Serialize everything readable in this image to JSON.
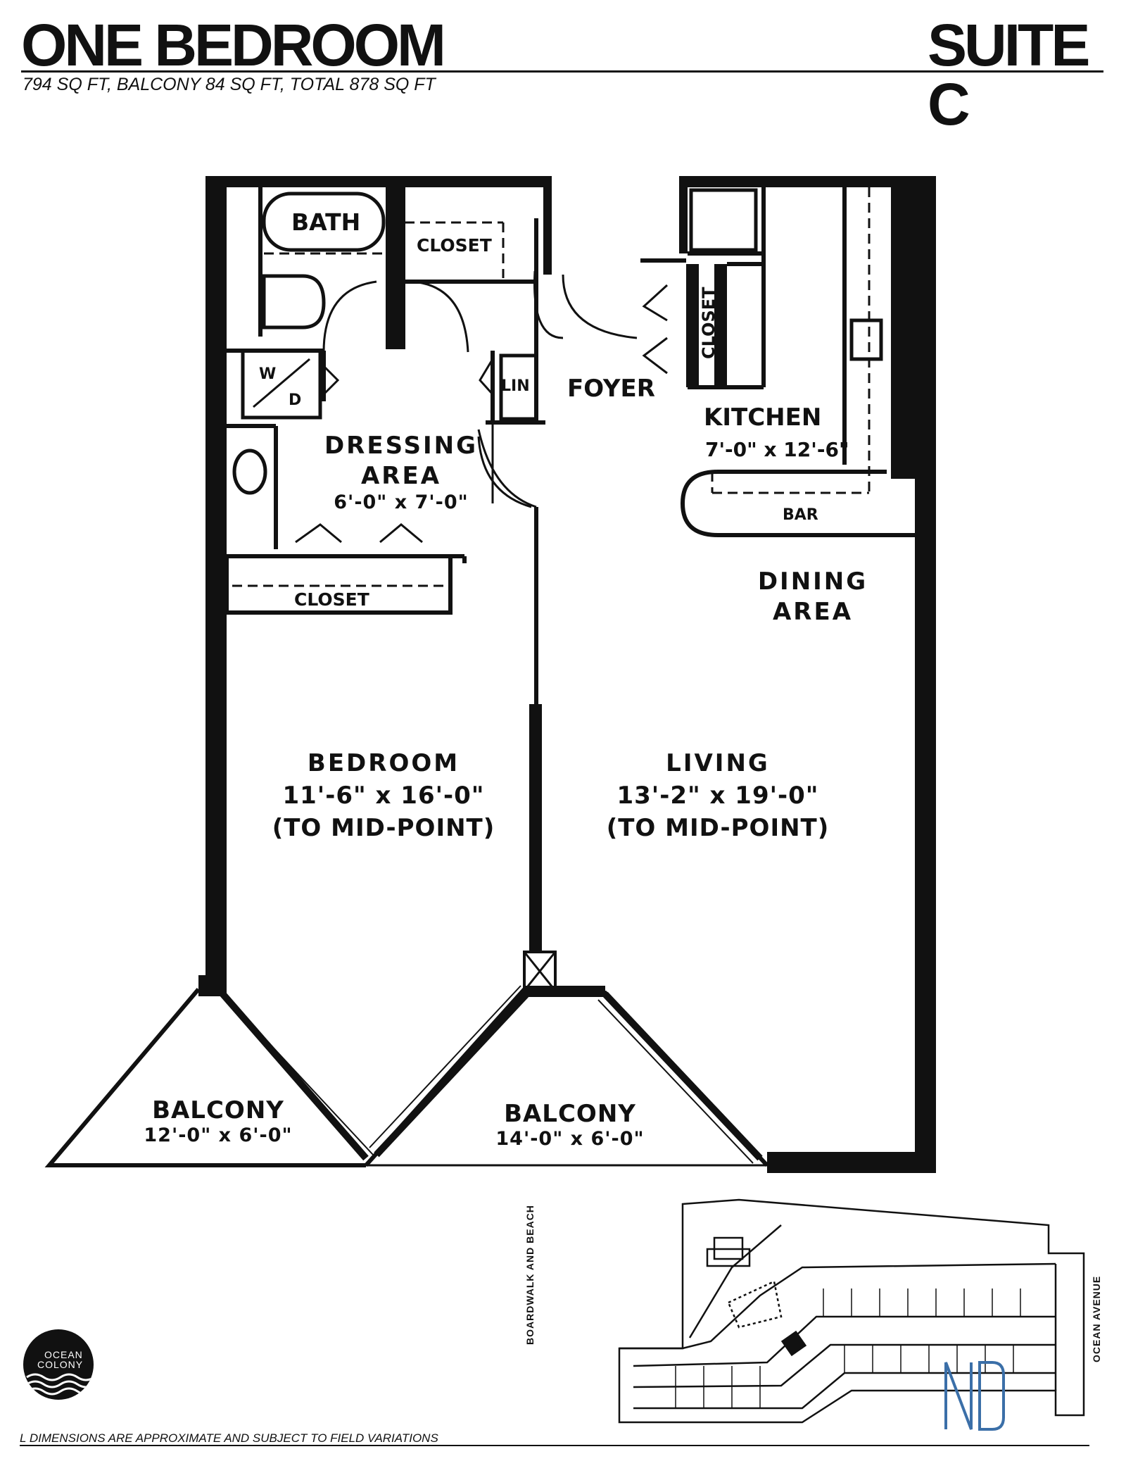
{
  "header": {
    "title": "ONE BEDROOM",
    "suite": "SUITE C",
    "areas": "794 SQ FT, BALCONY 84 SQ FT, TOTAL 878 SQ FT"
  },
  "rooms": {
    "bath": "BATH",
    "closet_bath": "CLOSET",
    "closet_foyer": "CLOSET",
    "closet_bedroom": "CLOSET",
    "wd_top": "W",
    "wd_bottom": "D",
    "linen": "LIN",
    "foyer": "FOYER",
    "kitchen": {
      "name": "KITCHEN",
      "size": "7'-0\" x 12'-6\""
    },
    "bar": "BAR",
    "dressing": {
      "line1": "DRESSING",
      "line2": "AREA",
      "size": "6'-0\" x 7'-0\""
    },
    "dining": {
      "line1": "DINING",
      "line2": "AREA"
    },
    "bedroom": {
      "name": "BEDROOM",
      "size": "11'-6\" x 16'-0\"",
      "note": "(TO MID-POINT)"
    },
    "living": {
      "name": "LIVING",
      "size": "13'-2\" x 19'-0\"",
      "note": "(TO MID-POINT)"
    },
    "balcony_left": {
      "name": "BALCONY",
      "size": "12'-0\" x 6'-0\""
    },
    "balcony_right": {
      "name": "BALCONY",
      "size": "14'-0\" x 6'-0\""
    }
  },
  "site_plan": {
    "street_left": "BOARDWALK AND BEACH",
    "street_right": "OCEAN AVENUE"
  },
  "logo": {
    "line1": "OCEAN",
    "line2": "COLONY"
  },
  "footer": {
    "disclaimer": "L DIMENSIONS ARE APPROXIMATE AND SUBJECT TO FIELD VARIATIONS"
  },
  "colors": {
    "ink": "#111111",
    "watermark": "#3b6fa8"
  }
}
